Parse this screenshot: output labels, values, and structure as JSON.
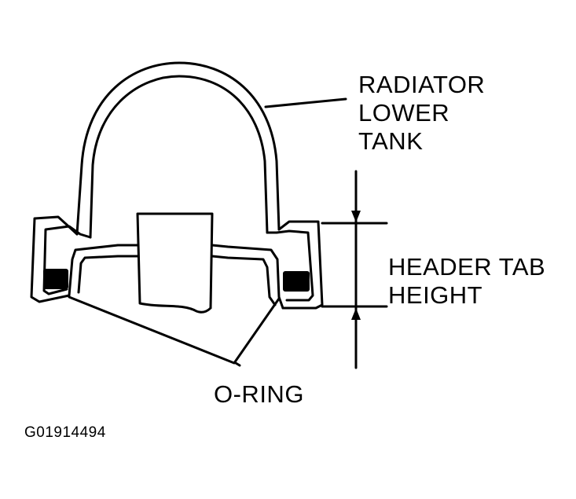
{
  "labels": {
    "radiator_lower_tank": [
      "RADIATOR",
      "LOWER",
      "TANK"
    ],
    "header_tab_height": [
      "HEADER TAB",
      "HEIGHT"
    ],
    "o_ring": "O-RING"
  },
  "figure_code": "G01914494",
  "colors": {
    "ink": "#000000",
    "paper": "#ffffff"
  }
}
